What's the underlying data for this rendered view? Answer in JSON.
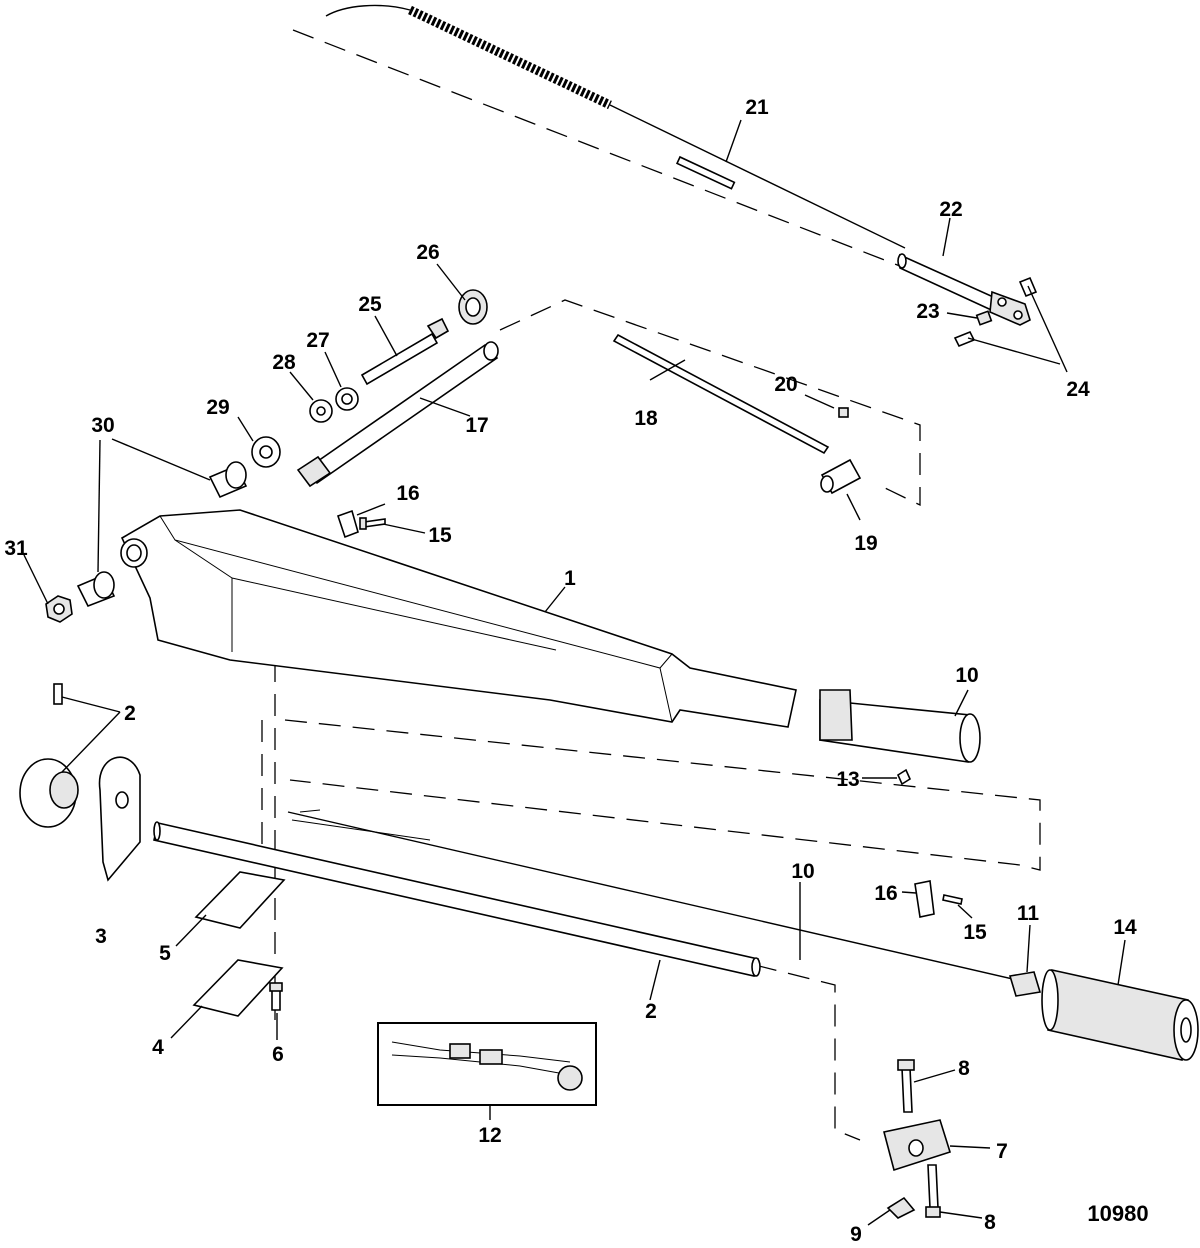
{
  "figure_number": "10980",
  "callouts": [
    {
      "id": "c1",
      "text": "1"
    },
    {
      "id": "c2a",
      "text": "2"
    },
    {
      "id": "c2b",
      "text": "2"
    },
    {
      "id": "c3",
      "text": "3"
    },
    {
      "id": "c4",
      "text": "4"
    },
    {
      "id": "c5",
      "text": "5"
    },
    {
      "id": "c6",
      "text": "6"
    },
    {
      "id": "c7",
      "text": "7"
    },
    {
      "id": "c8a",
      "text": "8"
    },
    {
      "id": "c8b",
      "text": "8"
    },
    {
      "id": "c9",
      "text": "9"
    },
    {
      "id": "c10a",
      "text": "10"
    },
    {
      "id": "c10b",
      "text": "10"
    },
    {
      "id": "c11",
      "text": "11"
    },
    {
      "id": "c12",
      "text": "12"
    },
    {
      "id": "c13",
      "text": "13"
    },
    {
      "id": "c14",
      "text": "14"
    },
    {
      "id": "c15a",
      "text": "15"
    },
    {
      "id": "c15b",
      "text": "15"
    },
    {
      "id": "c16a",
      "text": "16"
    },
    {
      "id": "c16b",
      "text": "16"
    },
    {
      "id": "c17",
      "text": "17"
    },
    {
      "id": "c18",
      "text": "18"
    },
    {
      "id": "c19",
      "text": "19"
    },
    {
      "id": "c20",
      "text": "20"
    },
    {
      "id": "c21",
      "text": "21"
    },
    {
      "id": "c22",
      "text": "22"
    },
    {
      "id": "c23",
      "text": "23"
    },
    {
      "id": "c24",
      "text": "24"
    },
    {
      "id": "c25",
      "text": "25"
    },
    {
      "id": "c26",
      "text": "26"
    },
    {
      "id": "c27",
      "text": "27"
    },
    {
      "id": "c28",
      "text": "28"
    },
    {
      "id": "c29",
      "text": "29"
    },
    {
      "id": "c30",
      "text": "30"
    },
    {
      "id": "c31",
      "text": "31"
    }
  ]
}
